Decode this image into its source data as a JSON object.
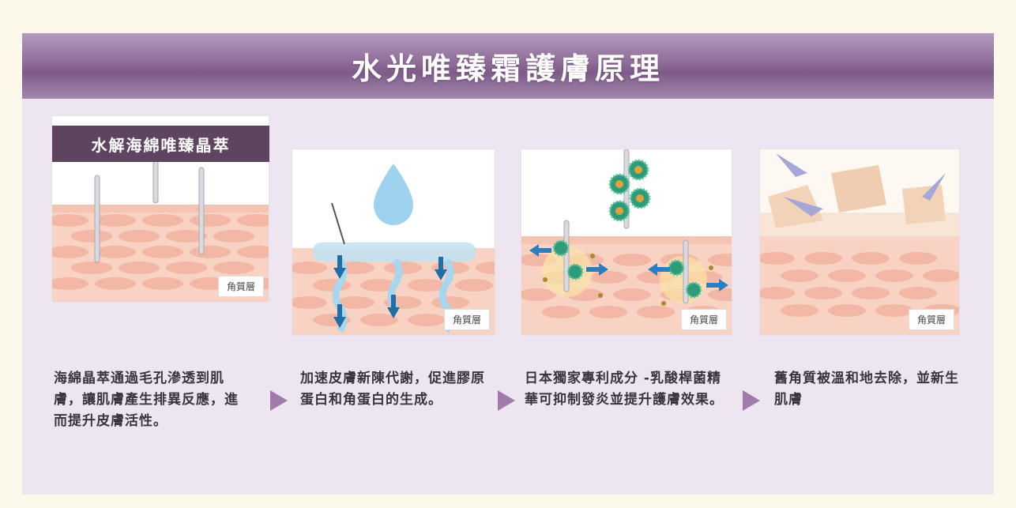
{
  "title": "水光唯臻霜護膚原理",
  "tag": "水解海綿唯臻晶萃",
  "colors": {
    "banner": "#8e6c98",
    "tag": "#5d4560",
    "skin": "#f6c9b8",
    "arrow": "#a07aa8"
  },
  "steps": [
    {
      "layer_label": "角質層",
      "description": "海綿晶萃通過毛孔滲透到肌膚，讓肌膚產生排異反應，進而提升皮膚活性。"
    },
    {
      "layer_label": "角質層",
      "description": "加速皮膚新陳代謝，促進膠原蛋白和角蛋白的生成。"
    },
    {
      "layer_label": "角質層",
      "description": "日本獨家專利成分 -乳酸桿菌精華可抑制發炎並提升護膚效果。"
    },
    {
      "layer_label": "角質層",
      "description": "舊角質被溫和地去除，並新生肌膚"
    }
  ]
}
